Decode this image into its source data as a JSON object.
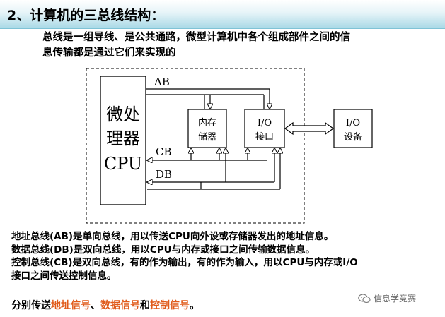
{
  "title": "2、计算机的三总线结构：",
  "intro": {
    "line1": "总线是一组导线、是公共通路，微型计算机中各个组成部件之间的信",
    "line2": "息传输都是通过它们来实现的"
  },
  "diagram": {
    "cpu_lines": [
      "微处",
      "理器",
      "CPU"
    ],
    "memory_lines": [
      "内存",
      "储器"
    ],
    "io_port_lines": [
      "I/O",
      "接口"
    ],
    "io_device_lines": [
      "I/O",
      "设备"
    ],
    "bus_ab": "AB",
    "bus_cb": "CB",
    "bus_db": "DB"
  },
  "body": {
    "line1": "地址总线(AB)是单向总线，用以传送CPU向外设或存储器发出的地址信息。",
    "line2": "数据总线(DB)是双向总线，用以CPU与内存或接口之间传输数据信息。",
    "line3": "控制总线(CB)是双向总线，有的作为输出，有的作为输入，用以CPU与内存或I/O",
    "line4": "接口之间传送控制信息。"
  },
  "summary": {
    "prefix": "分别传送",
    "addr": "地址信号",
    "sep1": "、",
    "data": "数据信号",
    "sep2": "和",
    "ctrl": "控制信号",
    "suffix": "。"
  },
  "watermark": "信息学竞赛",
  "colors": {
    "highlight": "#e05a1a",
    "header_gradient_bottom": "#a9d9e6"
  }
}
